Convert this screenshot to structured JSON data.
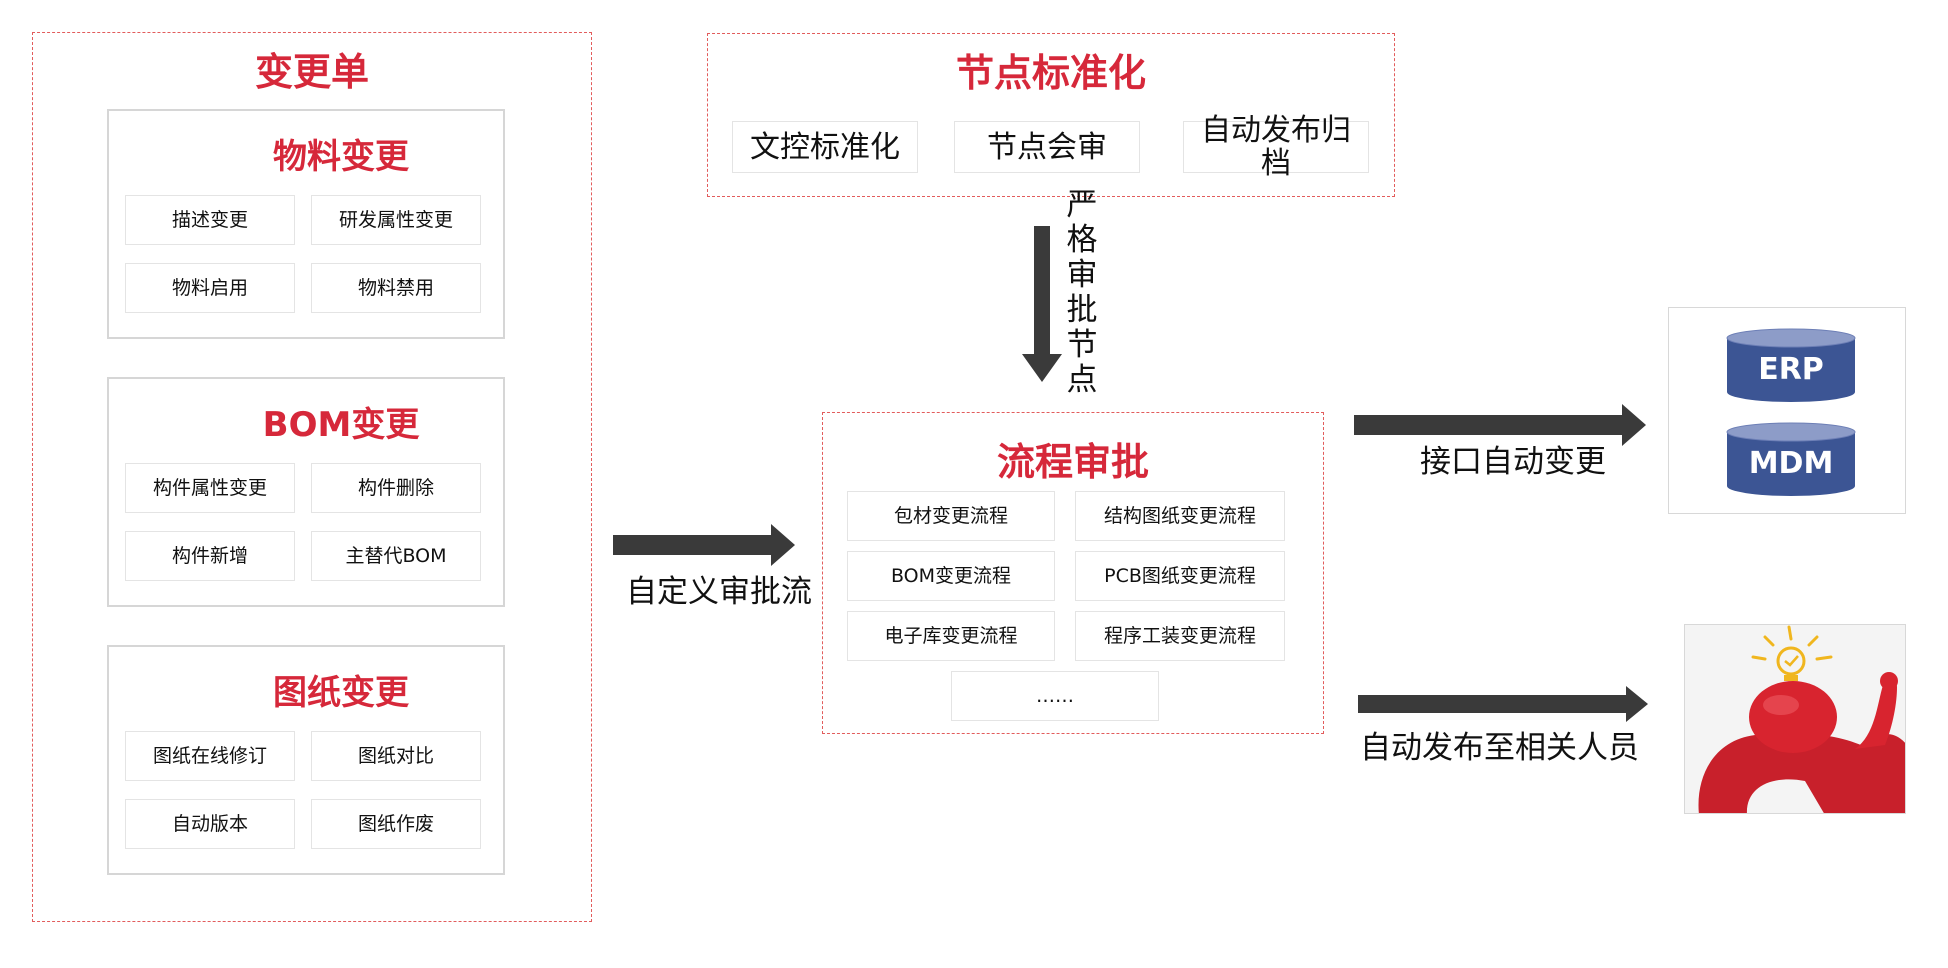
{
  "change_order": {
    "title": "变更单",
    "material": {
      "title": "物料变更",
      "items": [
        "描述变更",
        "研发属性变更",
        "物料启用",
        "物料禁用"
      ]
    },
    "bom": {
      "title": "BOM变更",
      "items": [
        "构件属性变更",
        "构件删除",
        "构件新增",
        "主替代BOM"
      ]
    },
    "drawing": {
      "title": "图纸变更",
      "items": [
        "图纸在线修订",
        "图纸对比",
        "自动版本",
        "图纸作废"
      ]
    }
  },
  "node_standard": {
    "title": "节点标准化",
    "items": [
      "文控标准化",
      "节点会审",
      "自动发布归档"
    ]
  },
  "strict_label": [
    "严",
    "格",
    "审",
    "批",
    "节",
    "点"
  ],
  "custom_flow_label": "自定义审批流",
  "approval": {
    "title": "流程审批",
    "items": [
      "包材变更流程",
      "结构图纸变更流程",
      "BOM变更流程",
      "PCB图纸变更流程",
      "电子库变更流程",
      "程序工装变更流程",
      "……"
    ]
  },
  "interface_label": "接口自动变更",
  "publish_label": "自动发布至相关人员",
  "systems": [
    "ERP",
    "MDM"
  ],
  "colors": {
    "accent_red": "#d6283a",
    "dashed_border": "#e25c5c",
    "arrow": "#3a3a3a",
    "db_blue": "#3c5594"
  },
  "icons": [
    "arrow-right-icon",
    "arrow-down-icon",
    "database-icon",
    "mascot-idea-icon"
  ]
}
